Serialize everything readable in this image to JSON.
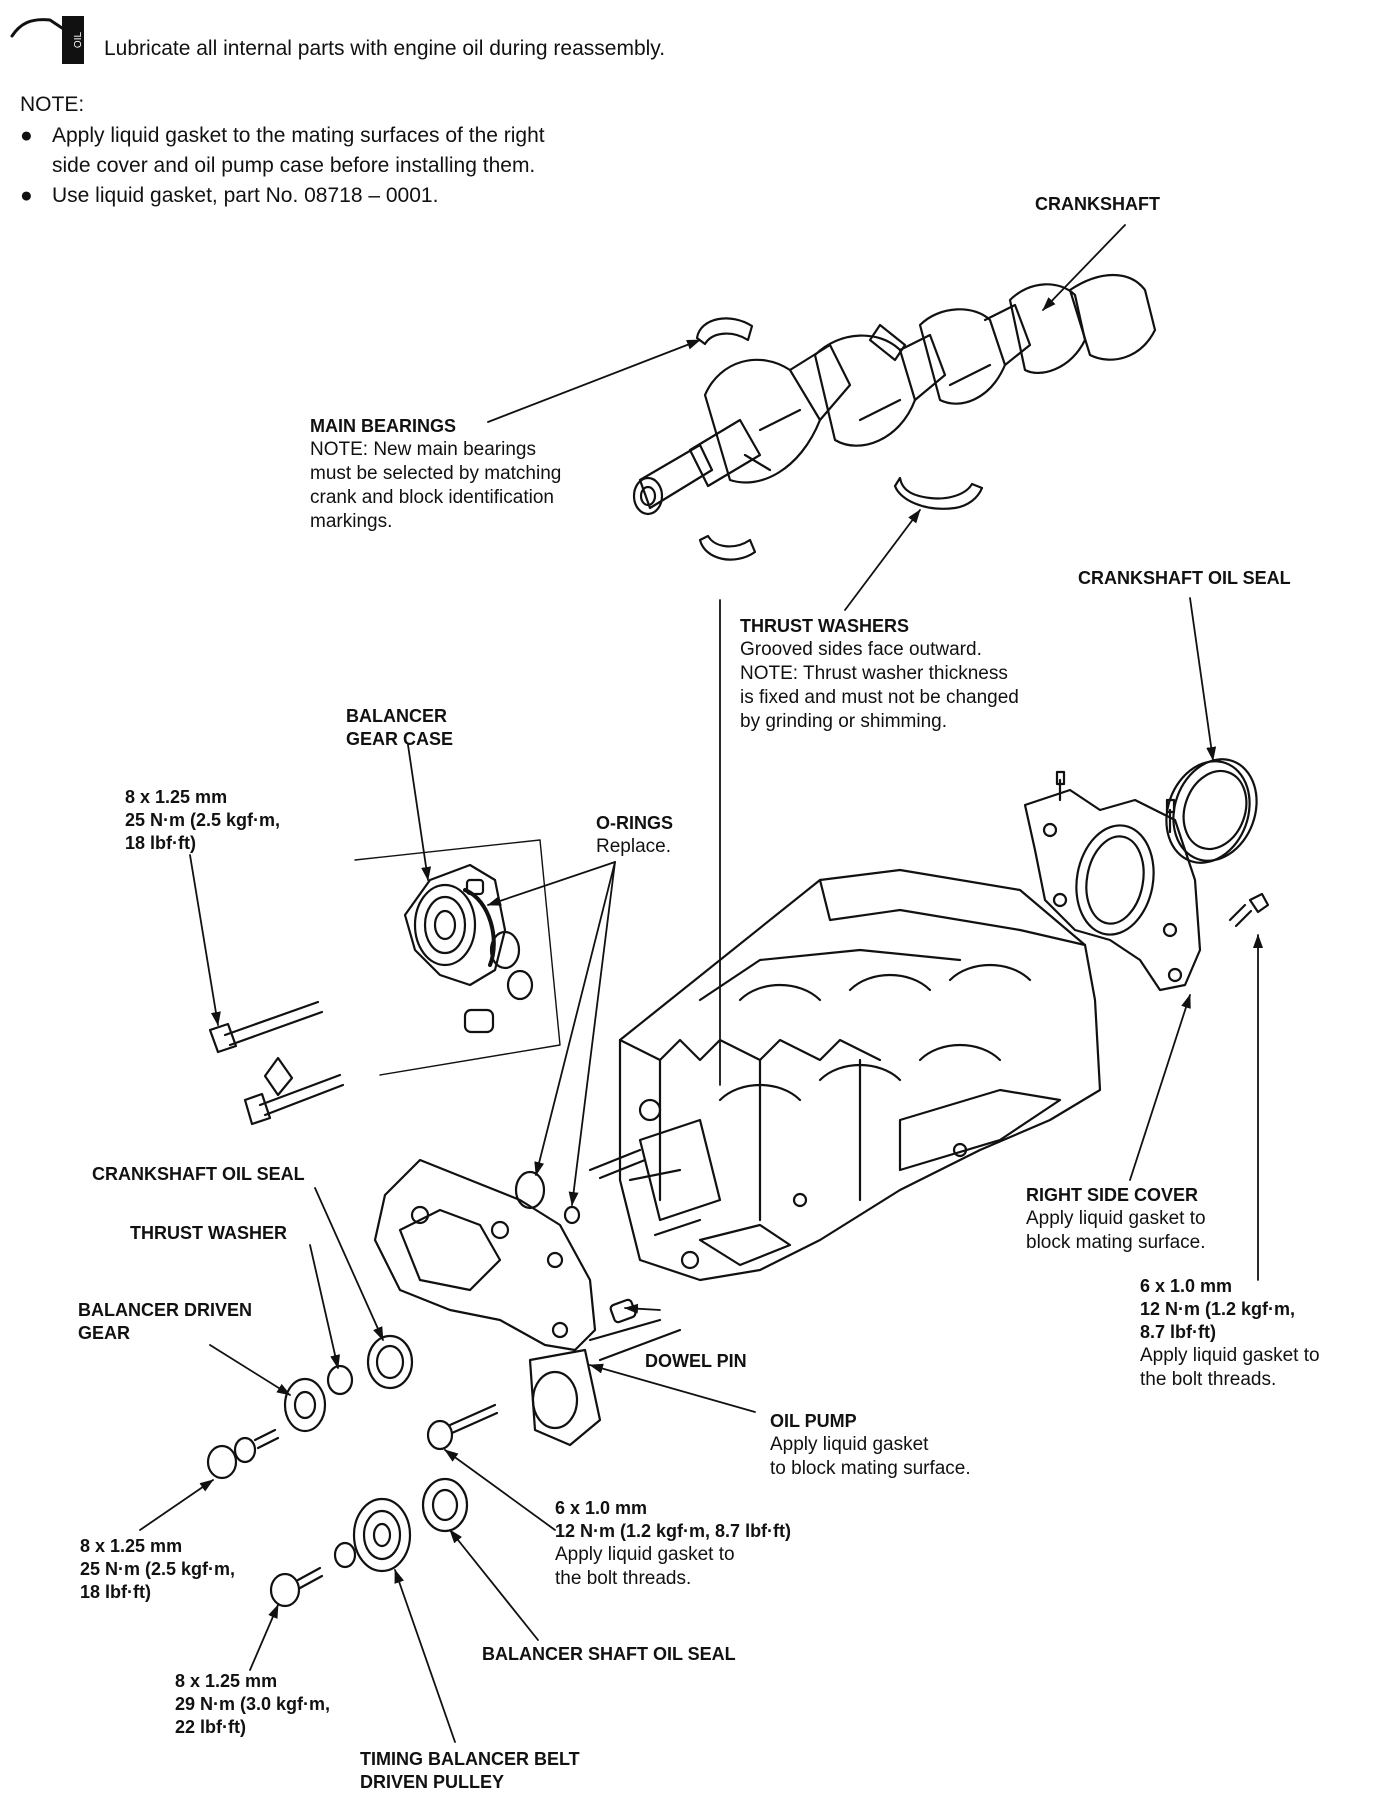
{
  "header": {
    "oil_instruction": "Lubricate all internal parts with engine oil during reassembly.",
    "note_title": "NOTE:",
    "note_items": [
      "Apply liquid gasket to the mating surfaces of the right",
      "side cover and oil pump case before installing them.",
      "Use liquid gasket, part No. 08718 – 0001."
    ],
    "oil_icon_text": "OIL"
  },
  "labels": {
    "crankshaft": "CRANKSHAFT",
    "main_bearings": {
      "title": "MAIN BEARINGS",
      "lines": [
        "NOTE:  New main bearings",
        "must be selected by matching",
        "crank and block identification",
        "markings."
      ]
    },
    "crankshaft_oil_seal_right": "CRANKSHAFT OIL SEAL",
    "thrust_washers": {
      "title": "THRUST WASHERS",
      "lines": [
        "Grooved sides face outward.",
        "NOTE:  Thrust washer thickness",
        "is fixed and must not be changed",
        "by grinding or shimming."
      ]
    },
    "balancer_gear_case": [
      "BALANCER",
      "GEAR CASE"
    ],
    "bolt_top_left": [
      "8 x 1.25 mm",
      "25 N·m (2.5 kgf·m,",
      "18 lbf·ft)"
    ],
    "o_rings": {
      "title": "O-RINGS",
      "lines": [
        "Replace."
      ]
    },
    "crankshaft_oil_seal_left": "CRANKSHAFT OIL SEAL",
    "thrust_washer": "THRUST WASHER",
    "balancer_driven_gear": [
      "BALANCER DRIVEN",
      "GEAR"
    ],
    "right_side_cover": {
      "title": "RIGHT SIDE COVER",
      "lines": [
        "Apply liquid gasket to",
        "block mating surface."
      ]
    },
    "bolt_right": {
      "spec": [
        "6 x 1.0 mm",
        "12 N·m (1.2 kgf·m,",
        "8.7 lbf·ft)"
      ],
      "lines": [
        "Apply liquid gasket to",
        "the bolt threads."
      ]
    },
    "dowel_pin": "DOWEL PIN",
    "oil_pump": {
      "title": "OIL PUMP",
      "lines": [
        "Apply liquid gasket",
        "to block mating surface."
      ]
    },
    "bolt_mid": {
      "spec": [
        "6 x 1.0 mm",
        "12 N·m (1.2 kgf·m, 8.7 lbf·ft)"
      ],
      "lines": [
        "Apply liquid gasket to",
        "the bolt threads."
      ]
    },
    "bolt_lower_left": [
      "8 x 1.25 mm",
      "25 N·m (2.5 kgf·m,",
      "18 lbf·ft)"
    ],
    "balancer_shaft_oil_seal": "BALANCER SHAFT OIL SEAL",
    "bolt_bottom": [
      "8 x 1.25 mm",
      "29 N·m (3.0 kgf·m,",
      "22 lbf·ft)"
    ],
    "timing_pulley": [
      "TIMING BALANCER BELT",
      "DRIVEN PULLEY"
    ]
  }
}
